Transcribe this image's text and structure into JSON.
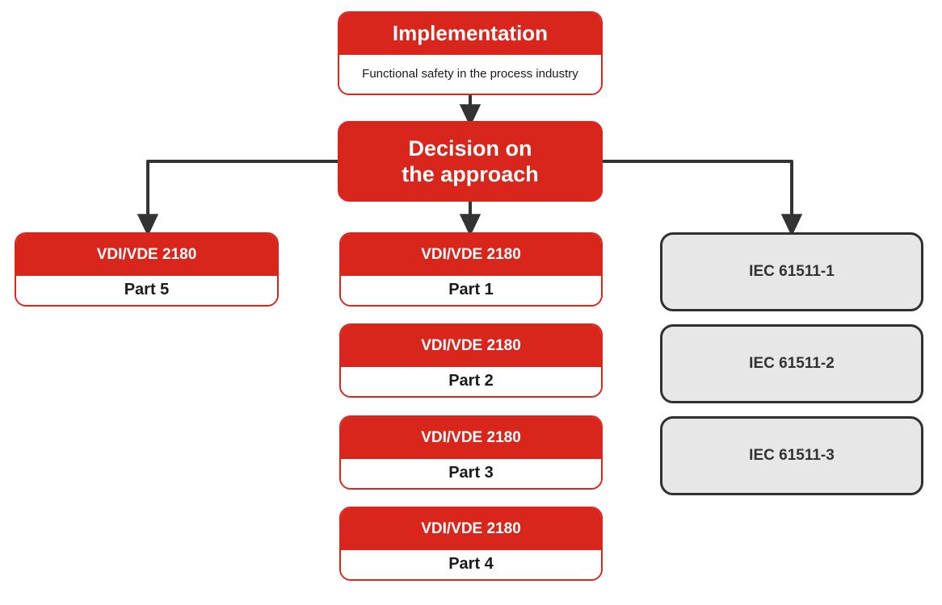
{
  "diagram": {
    "title": "Implementation of functional safety in the process industry",
    "colors": {
      "red": "#D9261C",
      "grey_fill": "#E7E7E7",
      "grey_border": "#303030",
      "connector": "#333333",
      "text_dark": "#1a1a1a",
      "text_light": "#ffffff"
    },
    "root": {
      "header": "Implementation",
      "body": "Functional safety in the process industry"
    },
    "decision": {
      "label": "Decision on the approach",
      "line1": "Decision on",
      "line2": "the approach"
    },
    "branches": {
      "left": {
        "name": "vdi-vde-2180-part-5",
        "nodes": [
          {
            "header": "VDI/VDE 2180",
            "body": "Part 5"
          }
        ]
      },
      "middle": {
        "name": "vdi-vde-2180-parts-1-to-4",
        "nodes": [
          {
            "header": "VDI/VDE 2180",
            "body": "Part 1"
          },
          {
            "header": "VDI/VDE 2180",
            "body": "Part 2"
          },
          {
            "header": "VDI/VDE 2180",
            "body": "Part 3"
          },
          {
            "header": "VDI/VDE 2180",
            "body": "Part 4"
          }
        ]
      },
      "right": {
        "name": "iec-61511-series",
        "nodes": [
          {
            "label": "IEC 61511-1"
          },
          {
            "label": "IEC 61511-2"
          },
          {
            "label": "IEC 61511-3"
          }
        ]
      }
    },
    "connectors": [
      {
        "name": "implementation-to-decision",
        "kind": "vertical-arrow"
      },
      {
        "name": "decision-to-part5",
        "kind": "elbow-left-arrow"
      },
      {
        "name": "decision-to-part1",
        "kind": "vertical-arrow"
      },
      {
        "name": "decision-to-iec1",
        "kind": "elbow-right-arrow"
      }
    ]
  }
}
